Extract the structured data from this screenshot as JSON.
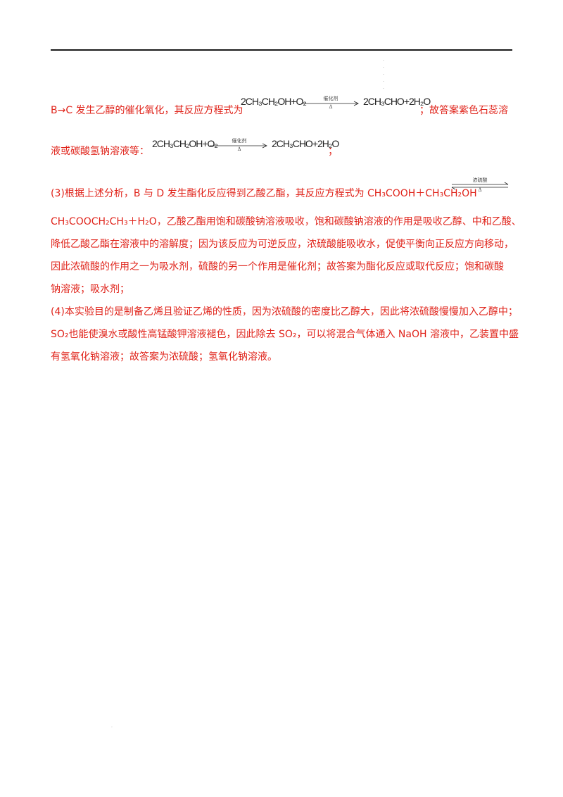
{
  "lines": {
    "l1_pre": "B→C 发生乙醇的催化氧化，其反应方程式为",
    "l1_post": "；故答案紫色石蕊溶",
    "l2_pre": "液或碳酸氢钠溶液等：",
    "l2_post": "；",
    "l3": "(3)根据上述分析，B 与 D 发生酯化反应得到乙酸乙酯，其反应方程式为 CH₃COOH＋CH₃CH₂OH",
    "l4": "CH₃COOCH₂CH₃＋H₂O，乙酸乙酯用饱和碳酸钠溶液吸收，饱和碳酸钠溶液的作用是吸收乙醇、中和乙酸、",
    "l5": "降低乙酸乙酯在溶液中的溶解度；因为该反应为可逆反应，浓硫酸能吸收水，促使平衡向正反应方向移动，",
    "l6": "因此浓硫酸的作用之一为吸水剂，硫酸的另一个作用是催化剂；故答案为酯化反应或取代反应；饱和碳酸",
    "l7": "钠溶液；吸水剂；",
    "l8": "(4)本实验目的是制备乙烯且验证乙烯的性质，因为浓硫酸的密度比乙醇大，因此将浓硫酸慢慢加入乙醇中；",
    "l9": "SO₂也能使溴水或酸性高锰酸钾溶液褪色，因此除去 SO₂，可以将混合气体通入 NaOH 溶液中，乙装置中盛",
    "l10": "有氢氧化钠溶液；故答案为浓硫酸；氢氧化钠溶液。"
  },
  "equations": {
    "eq1_left": "2CH₃CH₂OH+O₂",
    "eq1_right": "2CH₃CHO+2H₂O",
    "eq1_condition_top": "催化剂",
    "eq1_condition_bottom": "Δ",
    "eq2_left": "2CH₃CH₂OH+O₂",
    "eq2_right": "2CH₃CHO+2H₂O",
    "eq2_condition_top": "催化剂",
    "eq2_condition_bottom": "Δ",
    "eq3_condition_top": "浓硫酸",
    "eq3_condition_bottom": "Δ"
  }
}
